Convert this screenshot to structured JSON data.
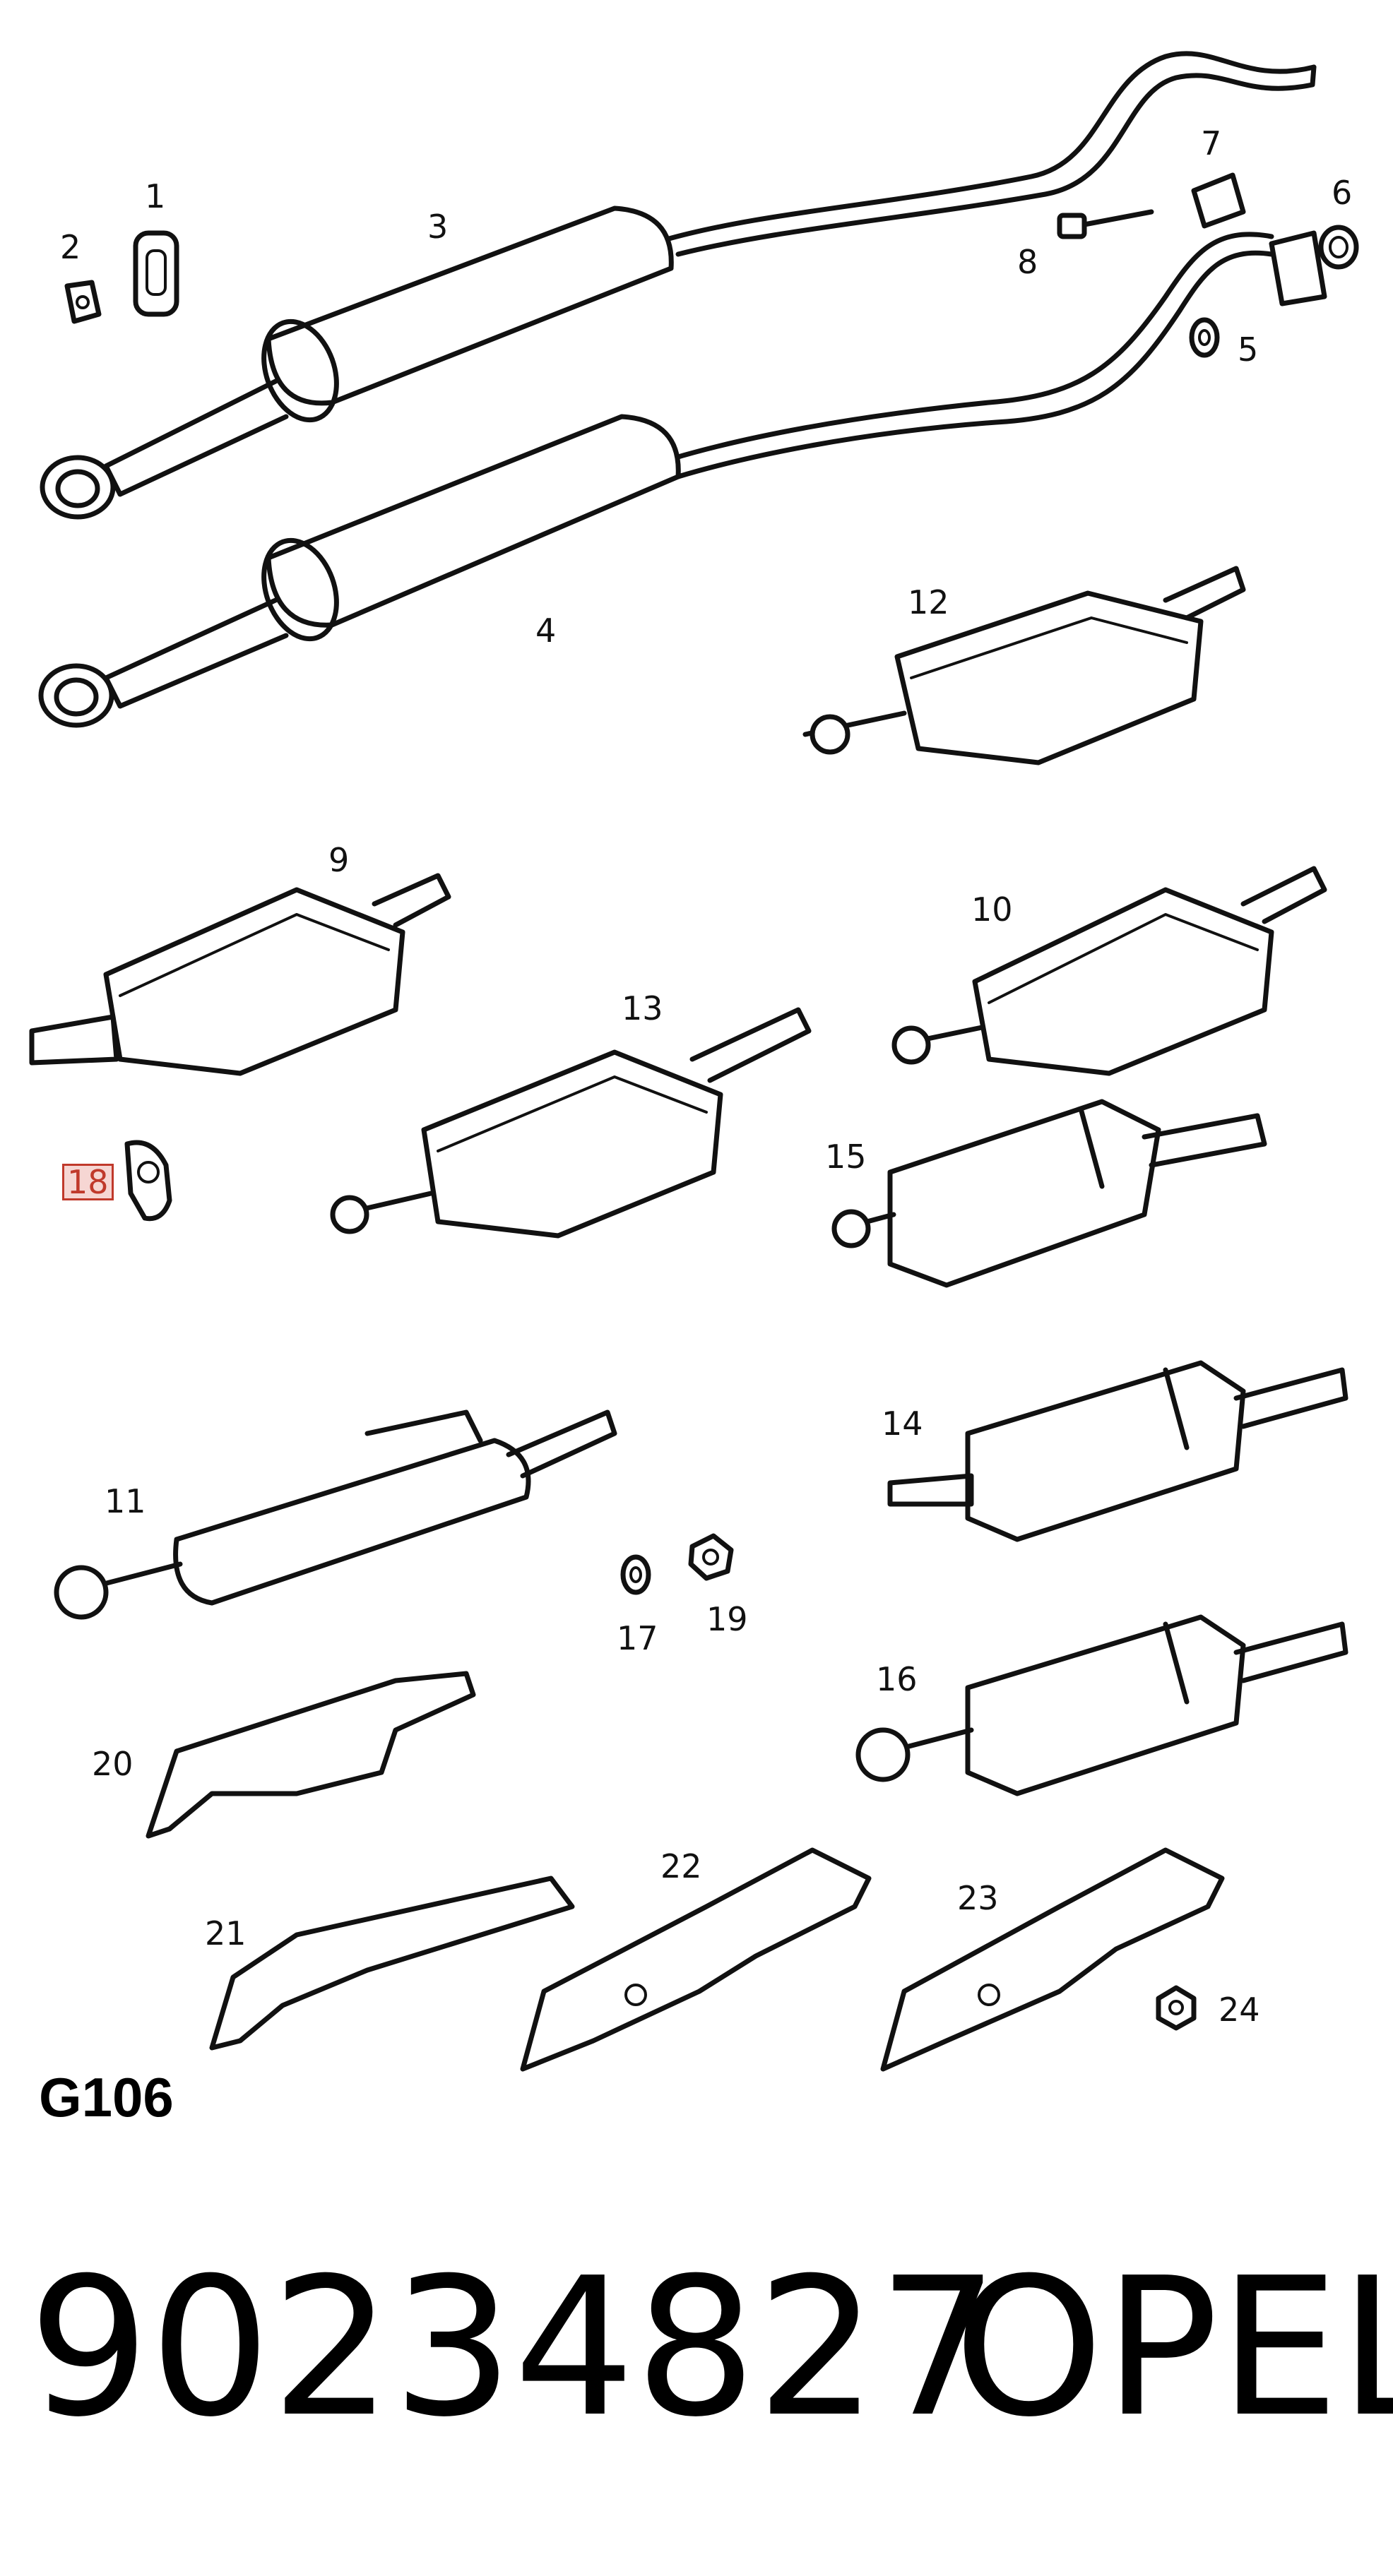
{
  "diagram_code": "G106",
  "part_number": "90234827",
  "brand": "OPEL",
  "highlight_color": "#c0392b",
  "callouts": [
    {
      "id": "1",
      "label": "1"
    },
    {
      "id": "2",
      "label": "2"
    },
    {
      "id": "3",
      "label": "3"
    },
    {
      "id": "4",
      "label": "4"
    },
    {
      "id": "5",
      "label": "5"
    },
    {
      "id": "6",
      "label": "6"
    },
    {
      "id": "7",
      "label": "7"
    },
    {
      "id": "8",
      "label": "8"
    },
    {
      "id": "9",
      "label": "9"
    },
    {
      "id": "10",
      "label": "10"
    },
    {
      "id": "11",
      "label": "11"
    },
    {
      "id": "12",
      "label": "12"
    },
    {
      "id": "13",
      "label": "13"
    },
    {
      "id": "14",
      "label": "14"
    },
    {
      "id": "15",
      "label": "15"
    },
    {
      "id": "16",
      "label": "16"
    },
    {
      "id": "17",
      "label": "17"
    },
    {
      "id": "18",
      "label": "18",
      "highlighted": true
    },
    {
      "id": "19",
      "label": "19"
    },
    {
      "id": "20",
      "label": "20"
    },
    {
      "id": "21",
      "label": "21"
    },
    {
      "id": "22",
      "label": "22"
    },
    {
      "id": "23",
      "label": "23"
    },
    {
      "id": "24",
      "label": "24"
    }
  ]
}
